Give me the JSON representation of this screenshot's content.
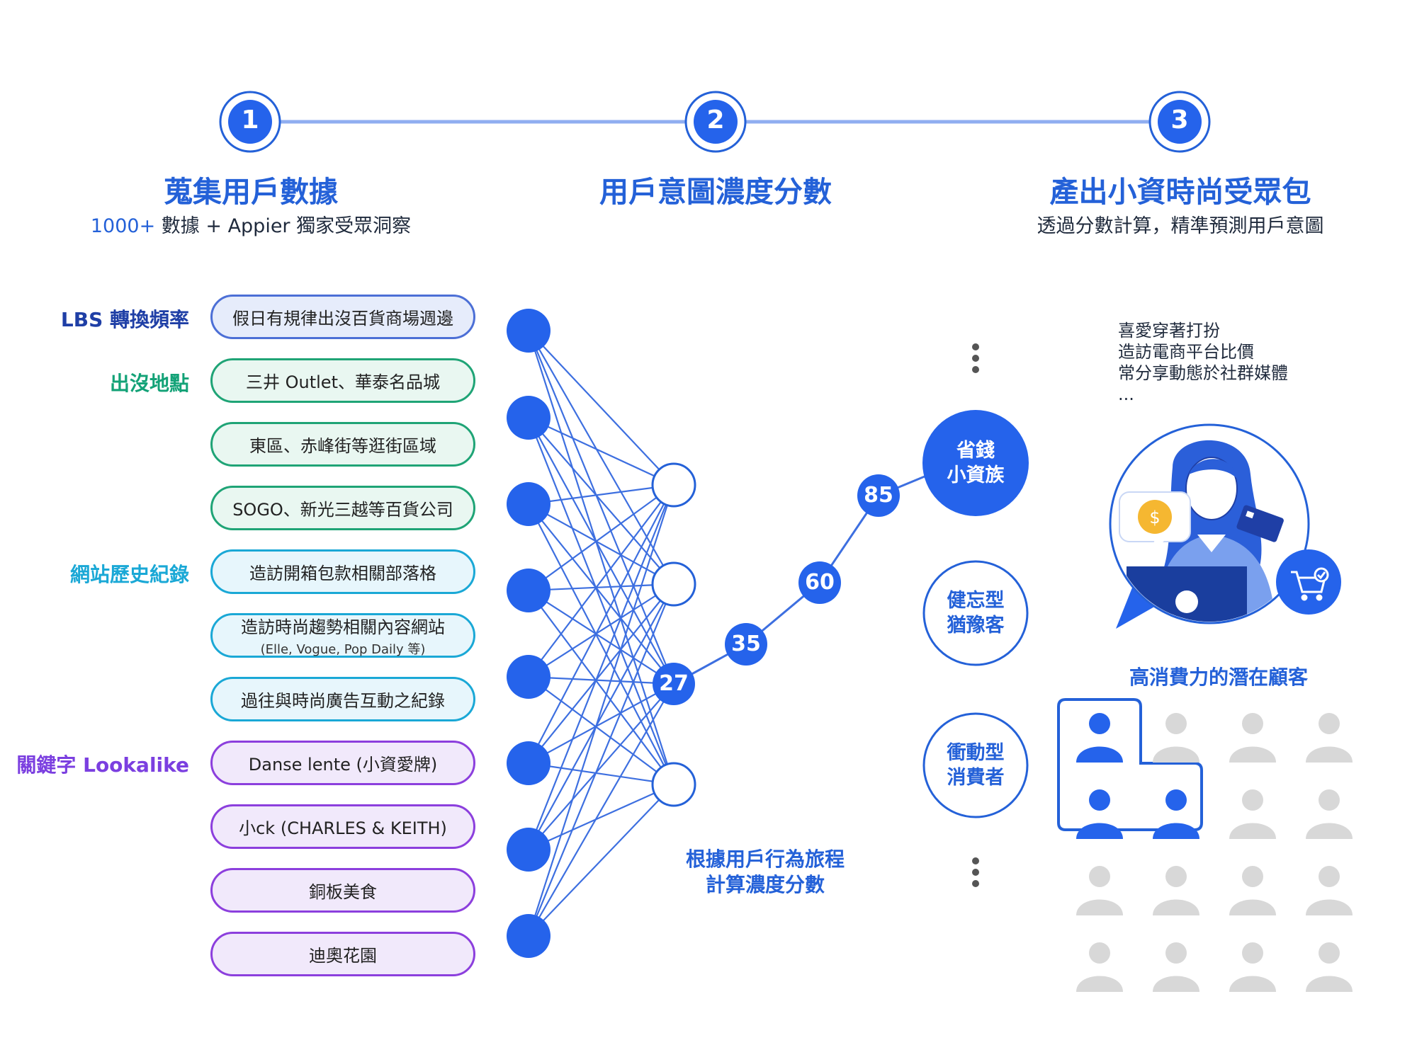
{
  "steps": [
    {
      "number": "1",
      "title": "蒐集用戶數據",
      "subtitle_highlight": "1000+",
      "subtitle_rest": " 數據 + Appier 獨家受眾洞察"
    },
    {
      "number": "2",
      "title": "用戶意圖濃度分數",
      "subtitle_highlight": "",
      "subtitle_rest": ""
    },
    {
      "number": "3",
      "title": "產出小資時尚受眾包",
      "subtitle_highlight": "",
      "subtitle_rest": "透過分數計算，精準預測用戶意圖"
    }
  ],
  "categories": {
    "lbs": "LBS 轉換頻率",
    "place": "出沒地點",
    "web": "網站歷史紀錄",
    "keyword": "關鍵字 Lookalike"
  },
  "pills": [
    {
      "label": "假日有規律出沒百貨商場週邊",
      "sub": ""
    },
    {
      "label": "三井 Outlet、華泰名品城",
      "sub": ""
    },
    {
      "label": "東區、赤峰街等逛街區域",
      "sub": ""
    },
    {
      "label": "SOGO、新光三越等百貨公司",
      "sub": ""
    },
    {
      "label": "造訪開箱包款相關部落格",
      "sub": ""
    },
    {
      "label": "造訪時尚趨勢相關內容網站",
      "sub": "(Elle, Vogue, Pop Daily 等)"
    },
    {
      "label": "過往與時尚廣告互動之紀錄",
      "sub": ""
    },
    {
      "label": "Danse lente (小資愛牌)",
      "sub": ""
    },
    {
      "label": "小ck (CHARLES & KEITH)",
      "sub": ""
    },
    {
      "label": "銅板美食",
      "sub": ""
    },
    {
      "label": "迪奧花園",
      "sub": ""
    }
  ],
  "scores": [
    "27",
    "35",
    "60",
    "85"
  ],
  "score_caption": [
    "根據用戶行為旅程",
    "計算濃度分數"
  ],
  "segments": [
    {
      "line1": "省錢",
      "line2": "小資族"
    },
    {
      "line1": "健忘型",
      "line2": "猶豫客"
    },
    {
      "line1": "衝動型",
      "line2": "消費者"
    }
  ],
  "persona_traits": [
    "喜愛穿著打扮",
    "造訪電商平台比價",
    "常分享動態於社群媒體",
    "..."
  ],
  "audience_caption": "高消費力的潛在顧客",
  "colors": {
    "primary": "#2461d8",
    "node": "#2563eb",
    "line": "#5d8ae8",
    "lbs": "#1f3fa6",
    "place": "#13a277",
    "web": "#1aa8d6",
    "keyword": "#7b3fe0",
    "grey_person": "#d8d8d8"
  }
}
